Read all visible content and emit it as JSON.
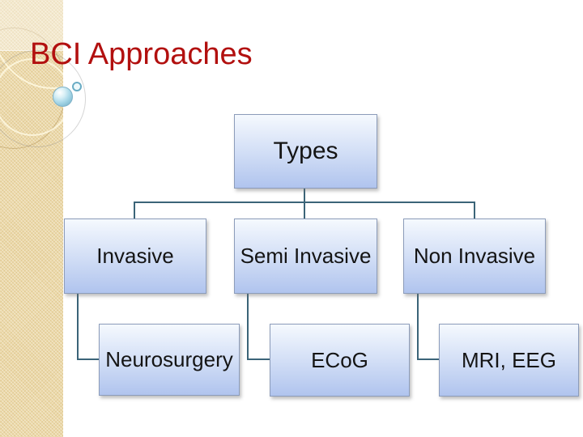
{
  "slide": {
    "title": "BCI Approaches"
  },
  "colors": {
    "title_text": "#b2100f",
    "box_border": "#8c9cba",
    "box_fill_top": "#f5f9fe",
    "box_fill_bottom": "#b0c4ee",
    "connector_line": "#3b6478",
    "sidebar_band": "#ecd9a9",
    "node_text": "#141414"
  },
  "decor": {
    "bubble_large": "glossy-blue-sphere",
    "bubble_small": "small-blue-ring"
  },
  "diagram": {
    "type": "hierarchy",
    "root": {
      "label": "Types"
    },
    "children": [
      {
        "label": "Invasive",
        "child": {
          "label": "Neurosurgery"
        }
      },
      {
        "label": "Semi Invasive",
        "child": {
          "label": "ECoG"
        }
      },
      {
        "label": "Non Invasive",
        "child": {
          "label": "MRI, EEG"
        }
      }
    ]
  }
}
